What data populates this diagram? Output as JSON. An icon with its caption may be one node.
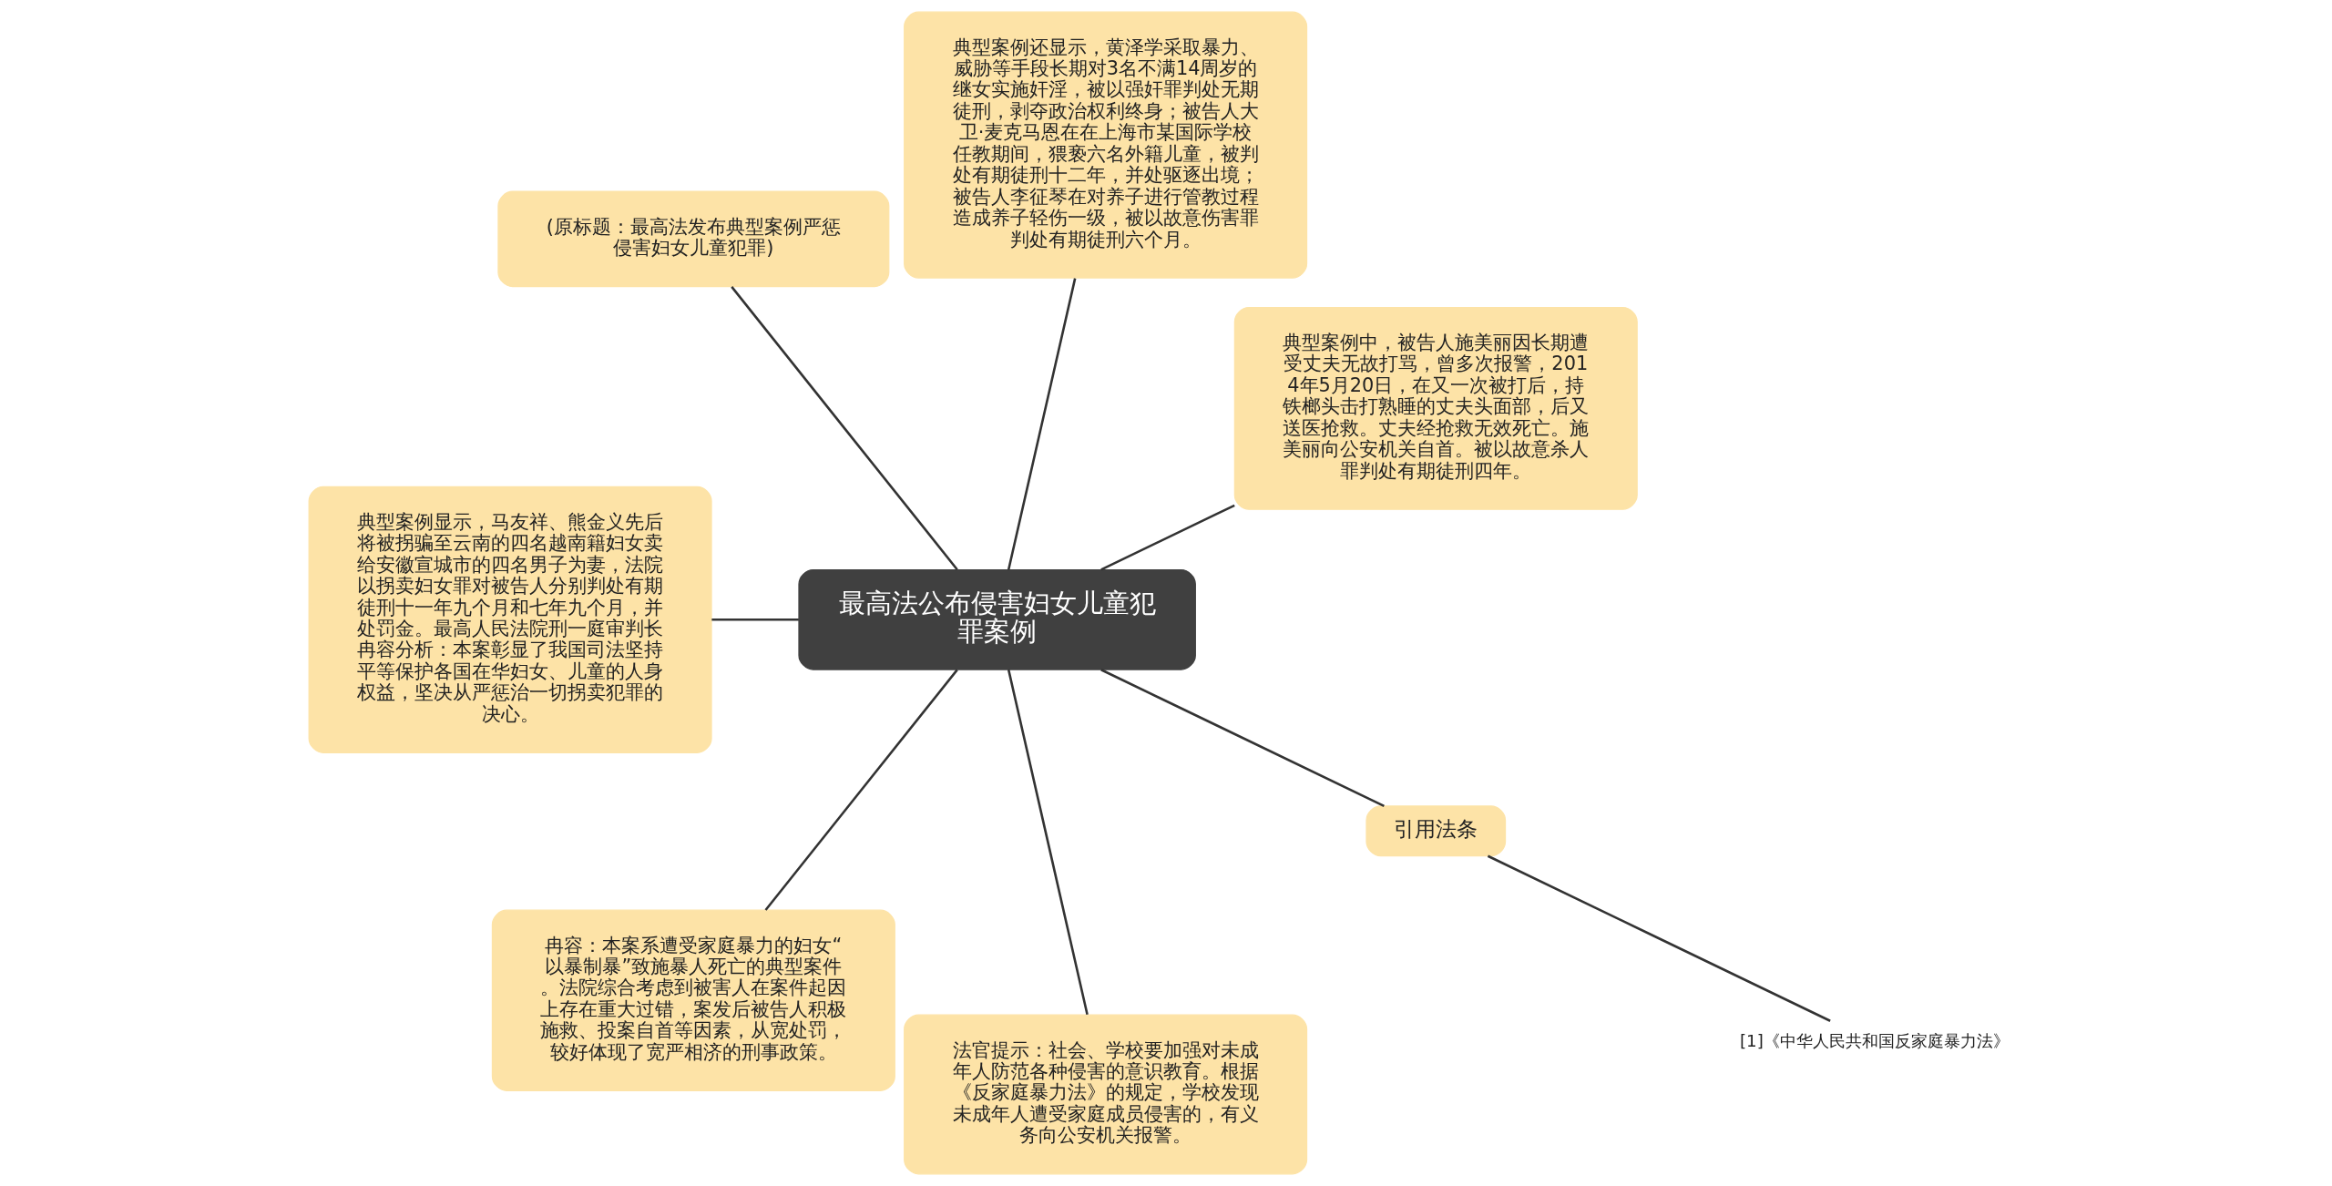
{
  "diagram": {
    "nodes": [
      {
        "text": [
          "最高法公布侵害妇女儿童犯罪案例"
        ]
      },
      {
        "text": [
          "典型案例中，被告人施美丽因长期遭受丈夫无故打骂，曾多次报警，2014年5月20日，在又一次被打后，持铁榔头击打熟睡的丈夫头面部，后又送医抢救。丈夫经抢救无效死亡。施美丽向公安机关自首。被以故意杀人罪判处有期徒刑四年。"
        ]
      },
      {
        "text": [
          "典型案例还显示，黄泽学采取暴力、威胁等手段长期对3名不满14周岁的继女实施奸淫，被以强奸罪判处无期徒刑，剥夺政治权利终身；被告人大卫·麦克马恩在在上海市某国际学校任教期间，猥亵六名外籍儿童，被判处有期徒刑十二年，并处驱逐出境；被告人李征琴在对养子进行管教过程造成养子轻伤一级，被以故意伤害罪判处有期徒刑六个月。"
        ]
      },
      {
        "text": [
          "(原标题：最高法发布典型案例严惩侵害妇女儿童犯罪)"
        ]
      },
      {
        "text": [
          "典型案例显示，马友祥、熊金义先后将被拐骗至云南的四名越南籍妇女卖给安徽宣城市的四名男子为妻，法院以拐卖妇女罪对被告人分别判处有期徒刑十一年九个月和七年九个月，并处罚金。最高人民法院刑一庭审判长冉容分析：本案彰显了我国司法坚持平等保护各国在华妇女、儿童的人身权益，坚决从严惩治一切拐卖犯罪的决心。"
        ]
      },
      {
        "text": [
          "冉容：本案系遭受家庭暴力的妇女“以暴制暴”致施暴人死亡的典型案件。法院综合考虑到被害人在案件起因上存在重大过错，案发后被告人积极施救、投案自首等因素，从宽处罚，较好体现了宽严相济的刑事政策。"
        ]
      },
      {
        "text": [
          "法官提示：社会、学校要加强对未成年人防范各种侵害的意识教育。根据《反家庭暴力法》的规定，学校发现未成年人遭受家庭成员侵害的，有义务向公安机关报警。"
        ]
      },
      {
        "text": [
          "引用法条"
        ]
      },
      {
        "text": [
          "[1]《中华人民共和国反家庭暴力法》"
        ]
      }
    ],
    "edges": [
      {
        "from": 0,
        "to": 4,
        "arrow": "none"
      },
      {
        "from": 0,
        "to": 5,
        "arrow": "none"
      },
      {
        "from": 0,
        "to": 6,
        "arrow": "none"
      },
      {
        "from": 0,
        "to": 7,
        "arrow": "none"
      },
      {
        "from": 7,
        "to": 8,
        "arrow": "none"
      },
      {
        "from": 0,
        "to": 3,
        "arrow": "none"
      },
      {
        "from": 0,
        "to": 2,
        "arrow": "none"
      },
      {
        "from": 0,
        "to": 1,
        "arrow": "none"
      }
    ]
  }
}
